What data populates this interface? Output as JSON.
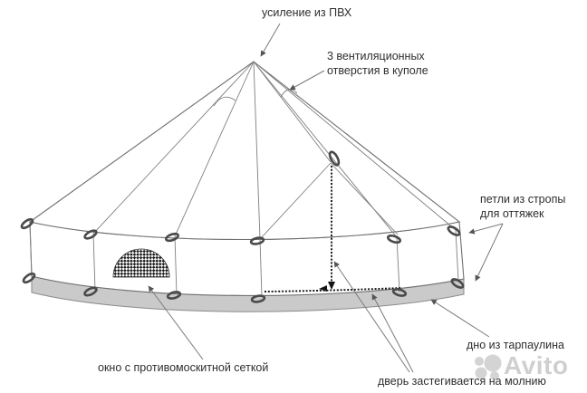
{
  "labels": {
    "reinforcement": "усиление из ПВХ",
    "vents": "3 вентиляционных отверстия в куполе",
    "guy_loops": "петли из стропы для оттяжек",
    "floor": "дно из тарпаулина",
    "window": "окно с противомоскитной сеткой",
    "door": "дверь застегивается на молнию"
  },
  "watermark": {
    "text": "Avito"
  },
  "icons": {
    "avito_logo": "avito-four-circles-logo",
    "arrows": "annotation-arrowheads"
  },
  "colors": {
    "background": "#ffffff",
    "outline": "#6f6f6f",
    "seam": "#808080",
    "skirt_fill": "#cacaca",
    "loop": "#4a4a4a",
    "zipper": "#141414",
    "text": "#2e2e2e",
    "watermark": "#8f8f8f"
  }
}
